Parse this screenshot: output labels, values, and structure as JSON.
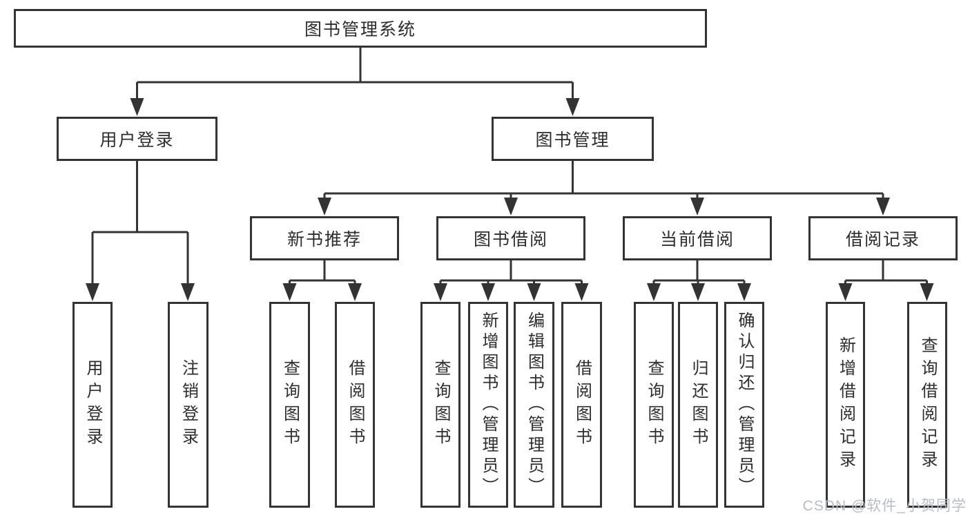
{
  "diagram_title": "图书管理系统",
  "tree": {
    "label": "图书管理系统",
    "children": [
      {
        "label": "用户登录",
        "children": [
          {
            "label": "用户登录"
          },
          {
            "label": "注销登录"
          }
        ]
      },
      {
        "label": "图书管理",
        "children": [
          {
            "label": "新书推荐",
            "children": [
              {
                "label": "查询图书"
              },
              {
                "label": "借阅图书"
              }
            ]
          },
          {
            "label": "图书借阅",
            "children": [
              {
                "label": "查询图书"
              },
              {
                "label": "新增图书（管理员）"
              },
              {
                "label": "编辑图书（管理员）"
              },
              {
                "label": "借阅图书"
              }
            ]
          },
          {
            "label": "当前借阅",
            "children": [
              {
                "label": "查询图书"
              },
              {
                "label": "归还图书"
              },
              {
                "label": "确认归还（管理员）"
              }
            ]
          },
          {
            "label": "借阅记录",
            "children": [
              {
                "label": "新增借阅记录"
              },
              {
                "label": "查询借阅记录"
              }
            ]
          }
        ]
      }
    ]
  },
  "watermark": "CSDN @软件_小贺同学",
  "colors": {
    "line": "#333333",
    "border": "#333333",
    "text": "#2d2d2d",
    "watermark": "#b8bcc4",
    "background": "#ffffff"
  }
}
